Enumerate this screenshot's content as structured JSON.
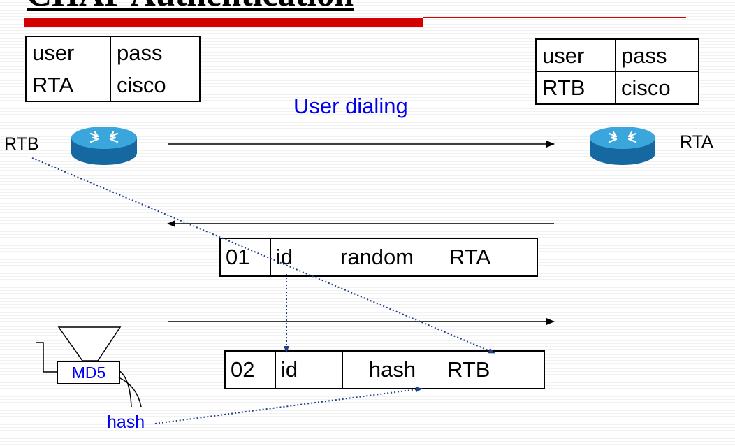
{
  "title": "CHAP Authentication",
  "left_table": {
    "rows": [
      [
        "user",
        "pass"
      ],
      [
        "RTA",
        "cisco"
      ]
    ]
  },
  "right_table": {
    "rows": [
      [
        "user",
        "pass"
      ],
      [
        "RTB",
        "cisco"
      ]
    ]
  },
  "caption": "User dialing",
  "left_router_label": "RTB",
  "right_router_label": "RTA",
  "challenge_packet": [
    "01",
    "id",
    "random",
    "RTA"
  ],
  "response_packet": [
    "02",
    "id",
    "hash",
    "RTB"
  ],
  "md5_label": "MD5",
  "hash_label": "hash",
  "colors": {
    "accent_red": "#d40000",
    "text_blue": "#0000ee",
    "router_blue": "#1e86bf",
    "dotted_blue": "#1f3f8a"
  }
}
